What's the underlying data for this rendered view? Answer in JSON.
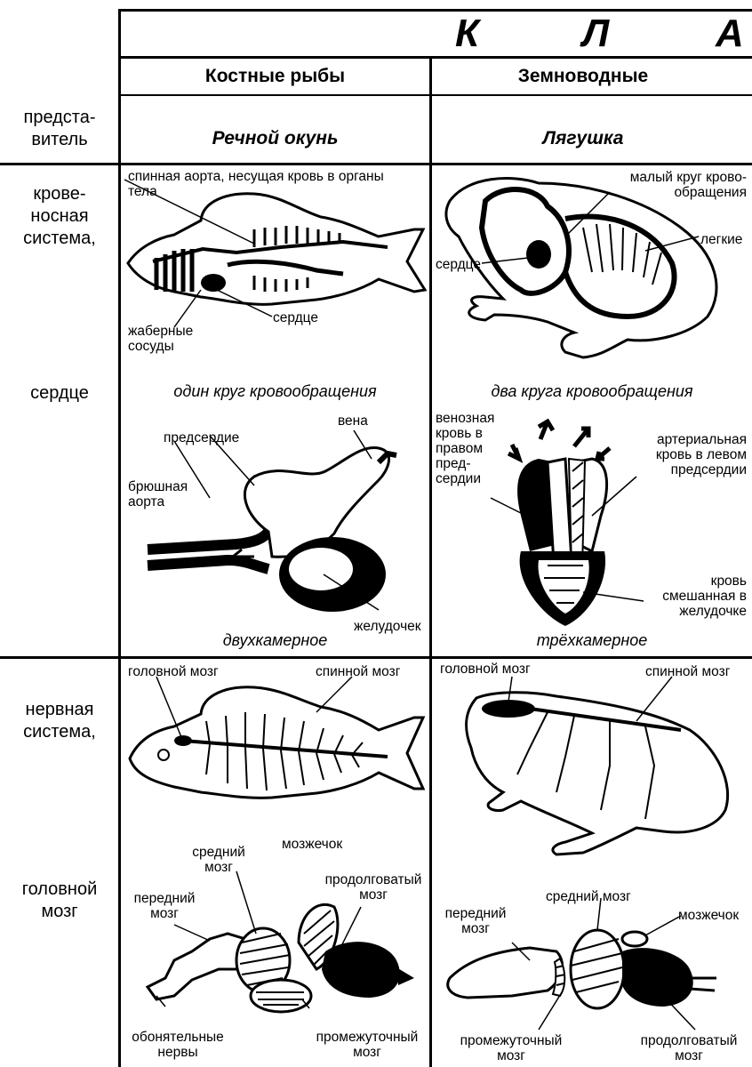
{
  "header": {
    "class_letters": [
      "К",
      "Л",
      "А"
    ]
  },
  "columns": {
    "fish": "Костные рыбы",
    "amphibian": "Земноводные"
  },
  "rows": {
    "representative": "предста-\nвитель",
    "circulatory": "крове-\nносная\nсистема,",
    "heart": "сердце",
    "nervous": "нервная\nсистема,",
    "brain": "головной\nмозг"
  },
  "representatives": {
    "fish": "Речной окунь",
    "amphibian": "Лягушка"
  },
  "fish_circulation": {
    "aorta": "спинная аорта, несущая кровь в органы\nтела",
    "gill_vessels": "жаберные\nсосуды",
    "heart": "сердце"
  },
  "frog_circulation": {
    "small_circle": "малый круг крово-\nобращения",
    "lungs": "легкие",
    "heart": "сердце"
  },
  "fish_heart": {
    "caption": "один круг кровообращения",
    "vein": "вена",
    "atrium": "предсердие",
    "ventral_aorta": "брюшная\nаорта",
    "ventricle": "желудочек",
    "type": "двухкамерное"
  },
  "frog_heart": {
    "caption": "два круга кровообращения",
    "venous": "венозная\nкровь в\nправом\nпред-\nсердии",
    "arterial": "артериальная\nкровь в левом\nпредсердии",
    "mixed": "кровь\nсмешанная в\nжелудочке",
    "type": "трёхкамерное"
  },
  "fish_nervous": {
    "brain": "головной мозг",
    "spinal": "спинной мозг"
  },
  "frog_nervous": {
    "brain": "головной мозг",
    "spinal": "спинной мозг"
  },
  "fish_brain": {
    "midbrain": "средний\nмозг",
    "cerebellum": "мозжечок",
    "forebrain": "передний\nмозг",
    "medulla": "продолговатый\nмозг",
    "olfactory": "обонятельные\nнервы",
    "diencephalon": "промежуточный\nмозг"
  },
  "frog_brain": {
    "forebrain": "передний\nмозг",
    "midbrain": "средний мозг",
    "cerebellum": "мозжечок",
    "diencephalon": "промежуточный\nмозг",
    "medulla": "продолговатый\nмозг"
  }
}
